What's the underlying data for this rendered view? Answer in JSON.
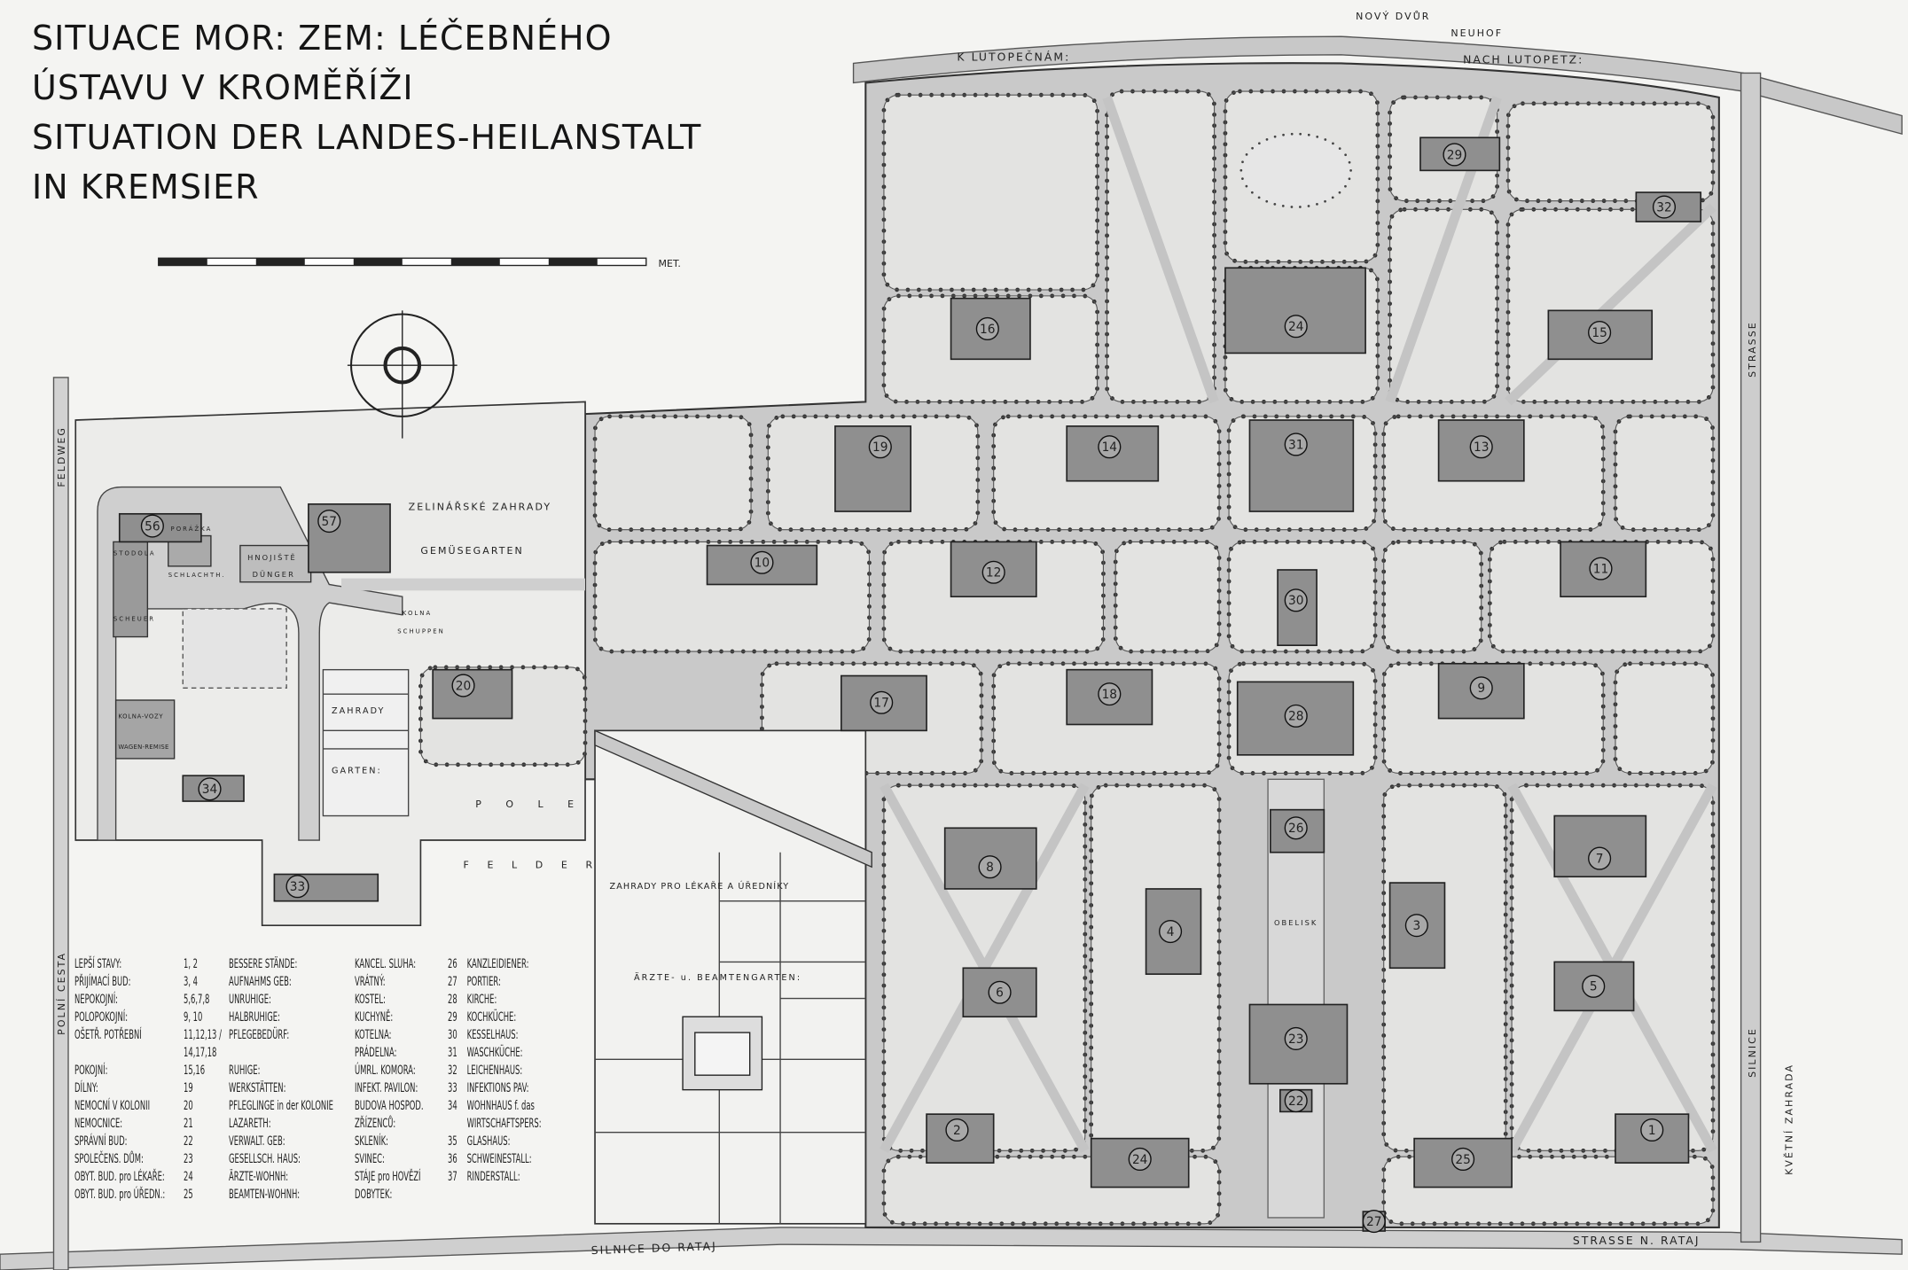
{
  "title": {
    "line1": "SITUACE MOR: ZEM: LÉČEBNÉHO",
    "line2": "ÚSTAVU V KROMĚŘÍŽI",
    "line3": "SITUATION DER LANDES-HEILANSTALT",
    "line4": "IN KREMSIER"
  },
  "scale_unit": "MET.",
  "legend_left": [
    {
      "cz": "LEPŠÍ STAVY:",
      "num": "1, 2",
      "de": "BESSERE STÄNDE:"
    },
    {
      "cz": "PŘIJÍMACÍ BUD:",
      "num": "3, 4",
      "de": "AUFNAHMS GEB:"
    },
    {
      "cz": "NEPOKOJNÍ:",
      "num": "5,6,7,8",
      "de": "UNRUHIGE:"
    },
    {
      "cz": "POLOPOKOJNÍ:",
      "num": "9, 10",
      "de": "HALBRUHIGE:"
    },
    {
      "cz": "OŠETŘ. POTŘEBNÍ",
      "num": "11,12,13 / 14,17,18",
      "de": "PFLEGEBEDÜRF:"
    },
    {
      "cz": "POKOJNÍ:",
      "num": "15,16",
      "de": "RUHIGE:"
    },
    {
      "cz": "DÍLNY:",
      "num": "19",
      "de": "WERKSTÄTTEN:"
    },
    {
      "cz": "NEMOCNÍ V KOLONII",
      "num": "20",
      "de": "PFLEGLINGE in der KOLONIE"
    },
    {
      "cz": "NEMOCNICE:",
      "num": "21",
      "de": "LAZARETH:"
    },
    {
      "cz": "SPRÁVNÍ BUD:",
      "num": "22",
      "de": "VERWALT. GEB:"
    },
    {
      "cz": "SPOLEČENS. DŮM:",
      "num": "23",
      "de": "GESELLSCH. HAUS:"
    },
    {
      "cz": "OBYT. BUD. pro LÉKAŘE:",
      "num": "24",
      "de": "ÄRZTE-WOHNH:"
    },
    {
      "cz": "OBYT. BUD. pro ÚŘEDN.:",
      "num": "25",
      "de": "BEAMTEN-WOHNH:"
    }
  ],
  "legend_right": [
    {
      "cz": "KANCEL. SLUHA:",
      "num": "26",
      "de": "KANZLEIDIENER:"
    },
    {
      "cz": "VRÁTNÝ:",
      "num": "27",
      "de": "PORTIER:"
    },
    {
      "cz": "KOSTEL:",
      "num": "28",
      "de": "KIRCHE:"
    },
    {
      "cz": "KUCHYNĚ:",
      "num": "29",
      "de": "KOCHKÜCHE:"
    },
    {
      "cz": "KOTELNA:",
      "num": "30",
      "de": "KESSELHAUS:"
    },
    {
      "cz": "PRÁDELNA:",
      "num": "31",
      "de": "WASCHKÜCHE:"
    },
    {
      "cz": "ÚMRL. KOMORA:",
      "num": "32",
      "de": "LEICHENHAUS:"
    },
    {
      "cz": "INFEKT. PAVILON:",
      "num": "33",
      "de": "INFEKTIONS PAV:"
    },
    {
      "cz": "BUDOVA HOSPOD. ZŘÍZENCŮ:",
      "num": "34",
      "de": "WOHNHAUS f. das WIRTSCHAFTSPERS:"
    },
    {
      "cz": "SKLENÍK:",
      "num": "35",
      "de": "GLASHAUS:"
    },
    {
      "cz": "SVINEC:",
      "num": "36",
      "de": "SCHWEINESTALL:"
    },
    {
      "cz": "STÁJE pro HOVĚZÍ DOBYTEK:",
      "num": "37",
      "de": "RINDERSTALL:"
    }
  ],
  "buildings": [
    "16",
    "24",
    "15",
    "19",
    "14",
    "31",
    "13",
    "10",
    "12",
    "30",
    "11",
    "20",
    "17",
    "18",
    "28",
    "9",
    "26",
    "8",
    "7",
    "4",
    "3",
    "6",
    "5",
    "23",
    "22",
    "2",
    "24",
    "25",
    "1",
    "27",
    "57",
    "56",
    "34",
    "33",
    "29",
    "32"
  ],
  "map_labels": {
    "road_top_left": "K LUTOPEČNÁM:",
    "road_top_right": "NACH LUTOPETZ:",
    "nove_dvur": "NOVÝ DVŮR",
    "neuhof": "NEUHOF",
    "road_bottom_cz": "SILNICE DO RATAJ",
    "road_bottom_de": "STRASSE N. RATAJ",
    "right_road_de": "STRASSE",
    "right_road_cz": "SILNICE",
    "flower_garden": "KVĚTNÍ ZAHRADA",
    "veg_garden_cz": "ZELINÁŘSKÉ ZAHRADY",
    "veg_garden_de": "GEMÜSEGARTEN",
    "dung_cz": "HNOJIŠTĚ",
    "dung_de": "DÜNGER",
    "slaughter_cz": "PORÁŽKA",
    "slaughter_de": "SCHLACHTH.",
    "barn_cz": "STODOLA",
    "barn_de": "SCHEUER",
    "shed_cz": "KOLNA",
    "shed_de": "SCHUPPEN",
    "gardens_cz": "ZAHRADY",
    "gardens_de": "GARTEN:",
    "fields_cz": "POLE",
    "fields_de": "FELDER",
    "wagon_cz": "KOLNA-VOZY",
    "wagon_de": "WAGEN-REMISE",
    "feldweg": "FELDWEG",
    "polni_cesta": "POLNÍ CESTA",
    "staff_gardens_cz": "ZAHRADY PRO LÉKAŘE A ÚŘEDNÍKY",
    "staff_gardens_de": "ÄRZTE- u. BEAMTENGARTEN:",
    "obelisk": "OBELISK"
  }
}
